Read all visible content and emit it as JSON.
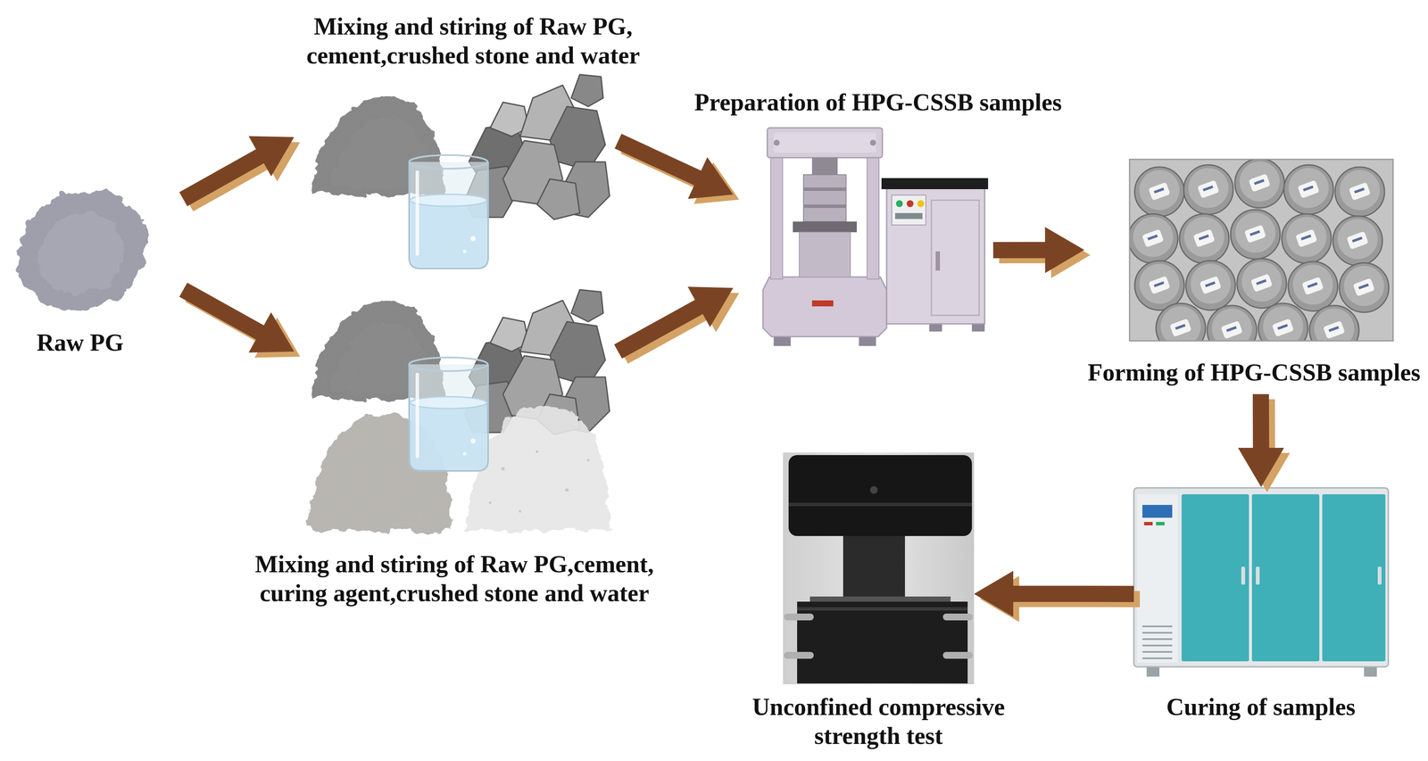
{
  "diagram": {
    "nodes": [
      {
        "text": [
          "Raw PG"
        ]
      },
      {
        "text": [
          "Mixing and stiring of Raw PG, cement,crushed stone and water"
        ]
      },
      {
        "text": [
          "Mixing and stiring of Raw PG,cement, curing agent,crushed stone and water"
        ]
      },
      {
        "text": [
          "Preparation of HPG-CSSB samples"
        ]
      },
      {
        "text": [
          "Forming of HPG-CSSB samples"
        ]
      },
      {
        "text": [
          "Curing of samples"
        ]
      },
      {
        "text": [
          "Unconfined compressive strength test"
        ]
      }
    ],
    "edges": [
      {
        "from": 0,
        "to": 1,
        "arrow": "to"
      },
      {
        "from": 0,
        "to": 2,
        "arrow": "to"
      },
      {
        "from": 1,
        "to": 3,
        "arrow": "to"
      },
      {
        "from": 2,
        "to": 3,
        "arrow": "to"
      },
      {
        "from": 3,
        "to": 4,
        "arrow": "to"
      },
      {
        "from": 4,
        "to": 5,
        "arrow": "to"
      },
      {
        "from": 5,
        "to": 6,
        "arrow": "to"
      }
    ]
  }
}
